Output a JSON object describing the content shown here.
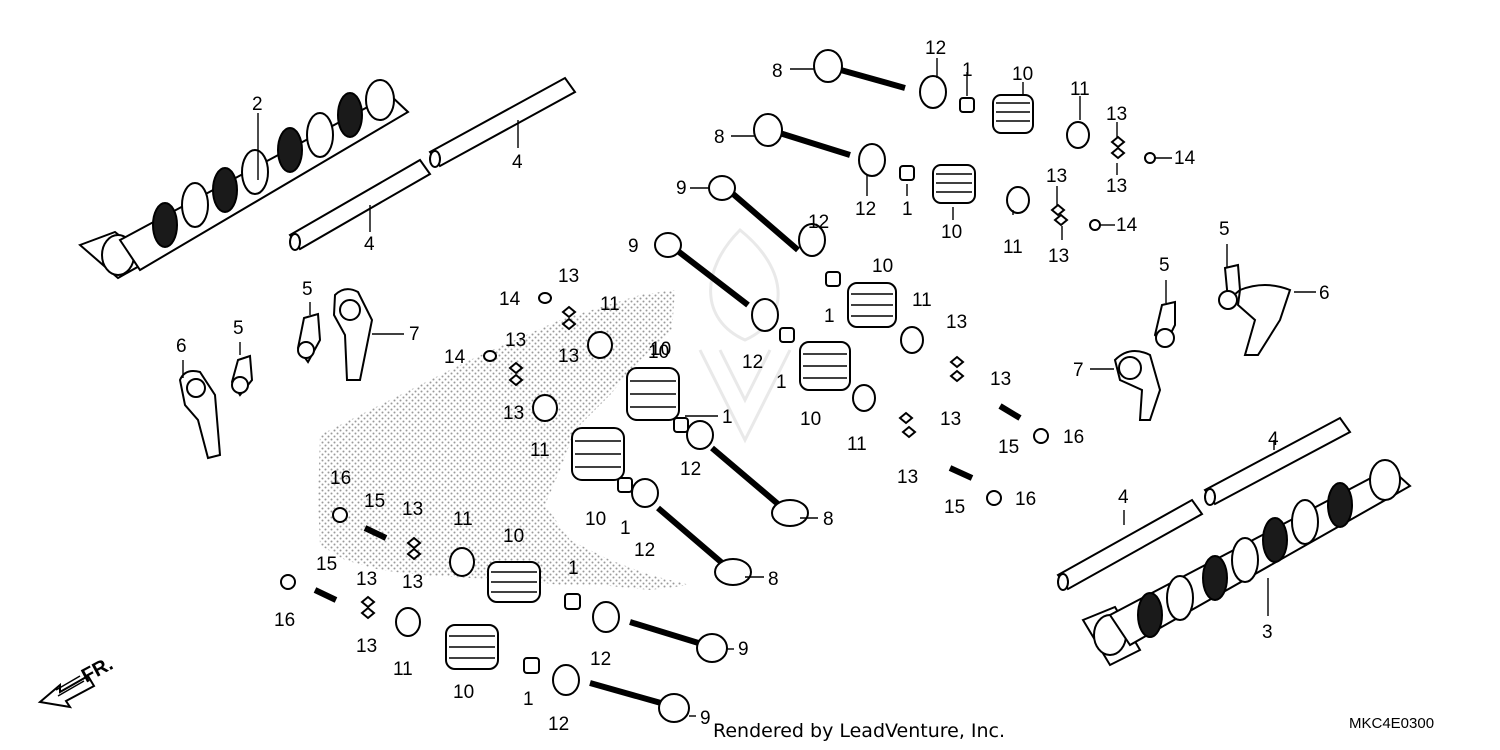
{
  "credit": "Rendered by LeadVenture, Inc.",
  "diagram_code": "MKC4E0300",
  "front_marker": "FR.",
  "callouts": [
    {
      "id": "c01",
      "label": "2"
    },
    {
      "id": "c02",
      "label": "4"
    },
    {
      "id": "c03",
      "label": "4"
    },
    {
      "id": "c04",
      "label": "8"
    },
    {
      "id": "c05",
      "label": "12"
    },
    {
      "id": "c06",
      "label": "1"
    },
    {
      "id": "c07",
      "label": "10"
    },
    {
      "id": "c08",
      "label": "11"
    },
    {
      "id": "c09",
      "label": "13"
    },
    {
      "id": "c10",
      "label": "14"
    },
    {
      "id": "c11",
      "label": "13"
    },
    {
      "id": "c12",
      "label": "8"
    },
    {
      "id": "c13",
      "label": "12"
    },
    {
      "id": "c14",
      "label": "1"
    },
    {
      "id": "c15",
      "label": "10"
    },
    {
      "id": "c16",
      "label": "11"
    },
    {
      "id": "c17",
      "label": "13"
    },
    {
      "id": "c18",
      "label": "13"
    },
    {
      "id": "c19",
      "label": "14"
    },
    {
      "id": "c20",
      "label": "9"
    },
    {
      "id": "c21",
      "label": "12"
    },
    {
      "id": "c22",
      "label": "9"
    },
    {
      "id": "c23",
      "label": "10"
    },
    {
      "id": "c24",
      "label": "1"
    },
    {
      "id": "c25",
      "label": "11"
    },
    {
      "id": "c26",
      "label": "12"
    },
    {
      "id": "c27",
      "label": "13"
    },
    {
      "id": "c28",
      "label": "13"
    },
    {
      "id": "c29",
      "label": "1"
    },
    {
      "id": "c30",
      "label": "10"
    },
    {
      "id": "c31",
      "label": "10"
    },
    {
      "id": "c32",
      "label": "11"
    },
    {
      "id": "c33",
      "label": "13"
    },
    {
      "id": "c34",
      "label": "13"
    },
    {
      "id": "c35",
      "label": "5"
    },
    {
      "id": "c36",
      "label": "6"
    },
    {
      "id": "c37",
      "label": "5"
    },
    {
      "id": "c38",
      "label": "7"
    },
    {
      "id": "c39",
      "label": "6"
    },
    {
      "id": "c40",
      "label": "5"
    },
    {
      "id": "c41",
      "label": "7"
    },
    {
      "id": "c42",
      "label": "5"
    },
    {
      "id": "c43",
      "label": "14"
    },
    {
      "id": "c44",
      "label": "13"
    },
    {
      "id": "c45",
      "label": "11"
    },
    {
      "id": "c46",
      "label": "13"
    },
    {
      "id": "c47",
      "label": "14"
    },
    {
      "id": "c48",
      "label": "13"
    },
    {
      "id": "c49",
      "label": "13"
    },
    {
      "id": "c50",
      "label": "10"
    },
    {
      "id": "c51",
      "label": "11"
    },
    {
      "id": "c52",
      "label": "1"
    },
    {
      "id": "c53",
      "label": "12"
    },
    {
      "id": "c54",
      "label": "10"
    },
    {
      "id": "c55",
      "label": "1"
    },
    {
      "id": "c56",
      "label": "12"
    },
    {
      "id": "c57",
      "label": "8"
    },
    {
      "id": "c58",
      "label": "8"
    },
    {
      "id": "c59",
      "label": "16"
    },
    {
      "id": "c60",
      "label": "15"
    },
    {
      "id": "c61",
      "label": "13"
    },
    {
      "id": "c62",
      "label": "13"
    },
    {
      "id": "c63",
      "label": "11"
    },
    {
      "id": "c64",
      "label": "10"
    },
    {
      "id": "c65",
      "label": "15"
    },
    {
      "id": "c66",
      "label": "16"
    },
    {
      "id": "c67",
      "label": "13"
    },
    {
      "id": "c68",
      "label": "13"
    },
    {
      "id": "c69",
      "label": "11"
    },
    {
      "id": "c70",
      "label": "1"
    },
    {
      "id": "c71",
      "label": "12"
    },
    {
      "id": "c72",
      "label": "9"
    },
    {
      "id": "c73",
      "label": "10"
    },
    {
      "id": "c74",
      "label": "1"
    },
    {
      "id": "c75",
      "label": "12"
    },
    {
      "id": "c76",
      "label": "9"
    },
    {
      "id": "c77",
      "label": "15"
    },
    {
      "id": "c78",
      "label": "16"
    },
    {
      "id": "c79",
      "label": "15"
    },
    {
      "id": "c80",
      "label": "16"
    },
    {
      "id": "c81",
      "label": "4"
    },
    {
      "id": "c82",
      "label": "4"
    },
    {
      "id": "c83",
      "label": "3"
    }
  ]
}
